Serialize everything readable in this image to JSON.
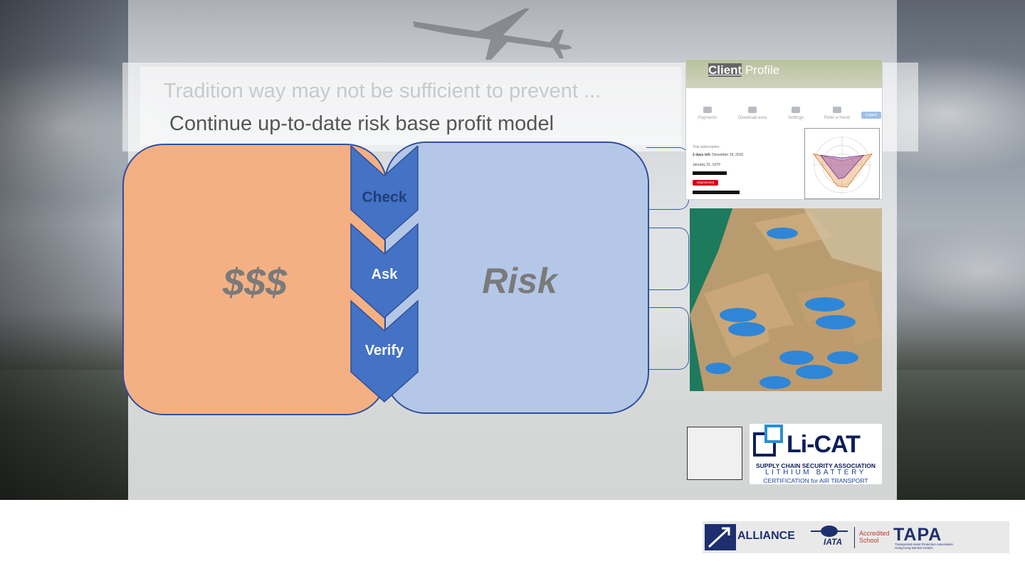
{
  "slide": {
    "title_faded": "Tradition way may not be sufficient to prevent ...",
    "subtitle": "Continue up-to-date  risk base profit model"
  },
  "diagram": {
    "left_label": "$$$",
    "right_label": "Risk",
    "steps": [
      "Check",
      "Ask",
      "Verify"
    ],
    "colors": {
      "left": "#f4b083",
      "right": "#b4c7e7",
      "chevron": "#4472c4",
      "outline": "#2f4f9a"
    }
  },
  "client_profile": {
    "title_highlight": "Client",
    "title_rest": " Profile",
    "menu": [
      "Payments",
      "Download area",
      "Settings",
      "Refer a friend"
    ],
    "logout": "Logout",
    "section_label": "Trial subscription",
    "days_left_bold": "2 days left.",
    "days_left_date": " December 19, 2015",
    "date_line": "January 31, 1970",
    "badge": "Unprotected"
  },
  "logos": {
    "licat_word": "Li-CAT",
    "licat_line1": "SUPPLY CHAIN SECURITY ASSOCIATION",
    "licat_line2": "LITHIUM BATTERY",
    "licat_line3": "CERTIFICATION for AIR TRANSPORT",
    "alliance": "ALLIANCE",
    "iata": "IATA",
    "accredited_line1": "Accredited",
    "accredited_line2": "School",
    "tapa": "TAPA",
    "tapa_sub1": "Transported Asset Protection Association",
    "tapa_sub2": "Hong Kong Service Centre"
  }
}
